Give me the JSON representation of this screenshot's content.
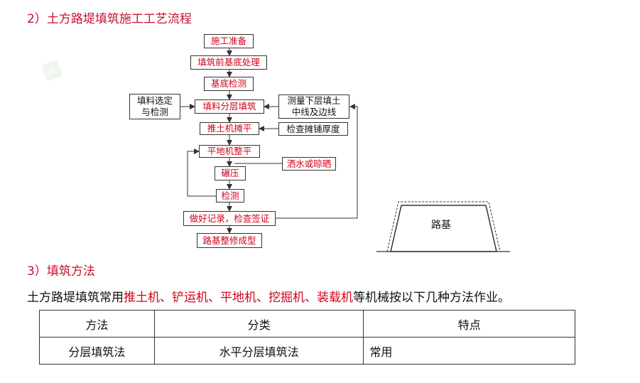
{
  "headings": {
    "process": "2）土方路堤填筑施工工艺流程",
    "methods": "3）填筑方法"
  },
  "flowchart": {
    "steps": [
      "施工准备",
      "填筑前基底处理",
      "基底检测",
      "填料分层填筑",
      "推土机摊平",
      "平地机整平",
      "碾压",
      "检测",
      "做好记录，检查签证",
      "路基整修成型"
    ],
    "side_inputs": {
      "fill_material_line1": "填料选定",
      "fill_material_line2": "与检测",
      "survey_line1": "测量下层填土",
      "survey_line2": "中线及边线",
      "check_thickness": "检查摊铺厚度",
      "water_or_dry": "洒水或晾晒"
    }
  },
  "subgrade_label": "路基",
  "paragraph": {
    "before": "土方路堤填筑常用",
    "machines": "推土机、铲运机、平地机、挖掘机、装载机",
    "after": "等机械按以下几种方法作业。"
  },
  "table": {
    "headers": [
      "方法",
      "分类",
      "特点"
    ],
    "rows": [
      [
        "分层填筑法",
        "水平分层填筑法",
        "常用"
      ]
    ]
  },
  "colors": {
    "accent": "#d0021b",
    "heading": "#c8102e"
  }
}
